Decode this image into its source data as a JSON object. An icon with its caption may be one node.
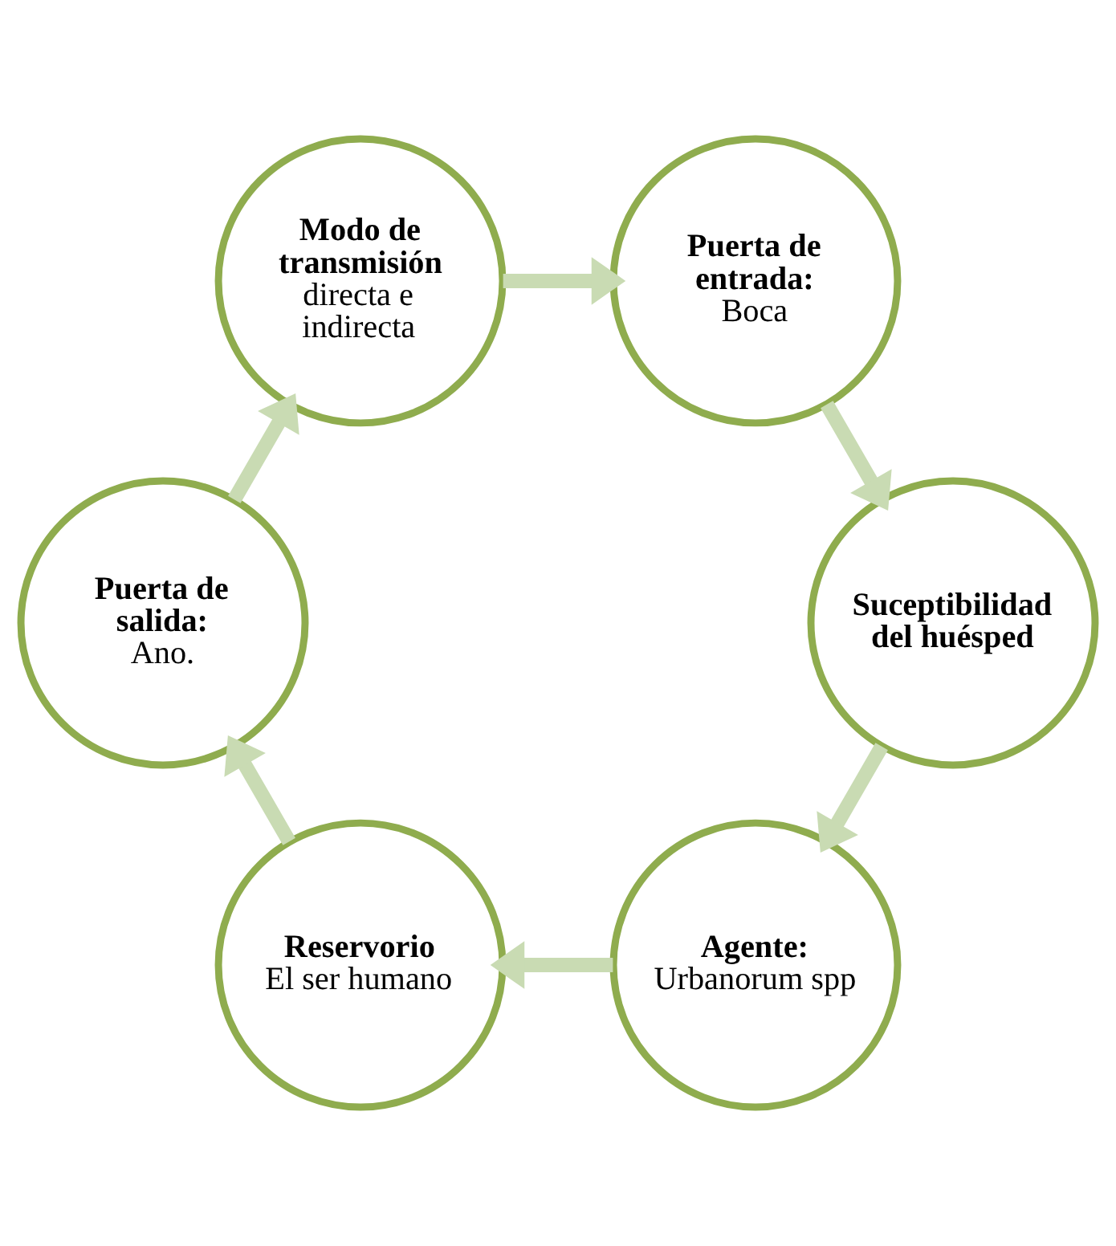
{
  "diagram": {
    "nodes": [
      {
        "text": [
          "Agente:",
          "Urbanorum spp"
        ]
      },
      {
        "text": [
          "Reservorio",
          "El ser humano"
        ]
      },
      {
        "text": [
          "Puerta de salida:",
          "Ano."
        ]
      },
      {
        "text": [
          "Modo de transmisión",
          "directa e indirecta"
        ]
      },
      {
        "text": [
          "Puerta de entrada:",
          "Boca"
        ]
      },
      {
        "text": [
          "Suceptibilidad del huésped"
        ]
      }
    ],
    "edges": [
      {
        "from": 0,
        "to": 1,
        "arrow": "to"
      },
      {
        "from": 1,
        "to": 2,
        "arrow": "to"
      },
      {
        "from": 2,
        "to": 3,
        "arrow": "to"
      },
      {
        "from": 3,
        "to": 4,
        "arrow": "to"
      },
      {
        "from": 4,
        "to": 5,
        "arrow": "to"
      },
      {
        "from": 5,
        "to": 0,
        "arrow": "to"
      }
    ]
  }
}
